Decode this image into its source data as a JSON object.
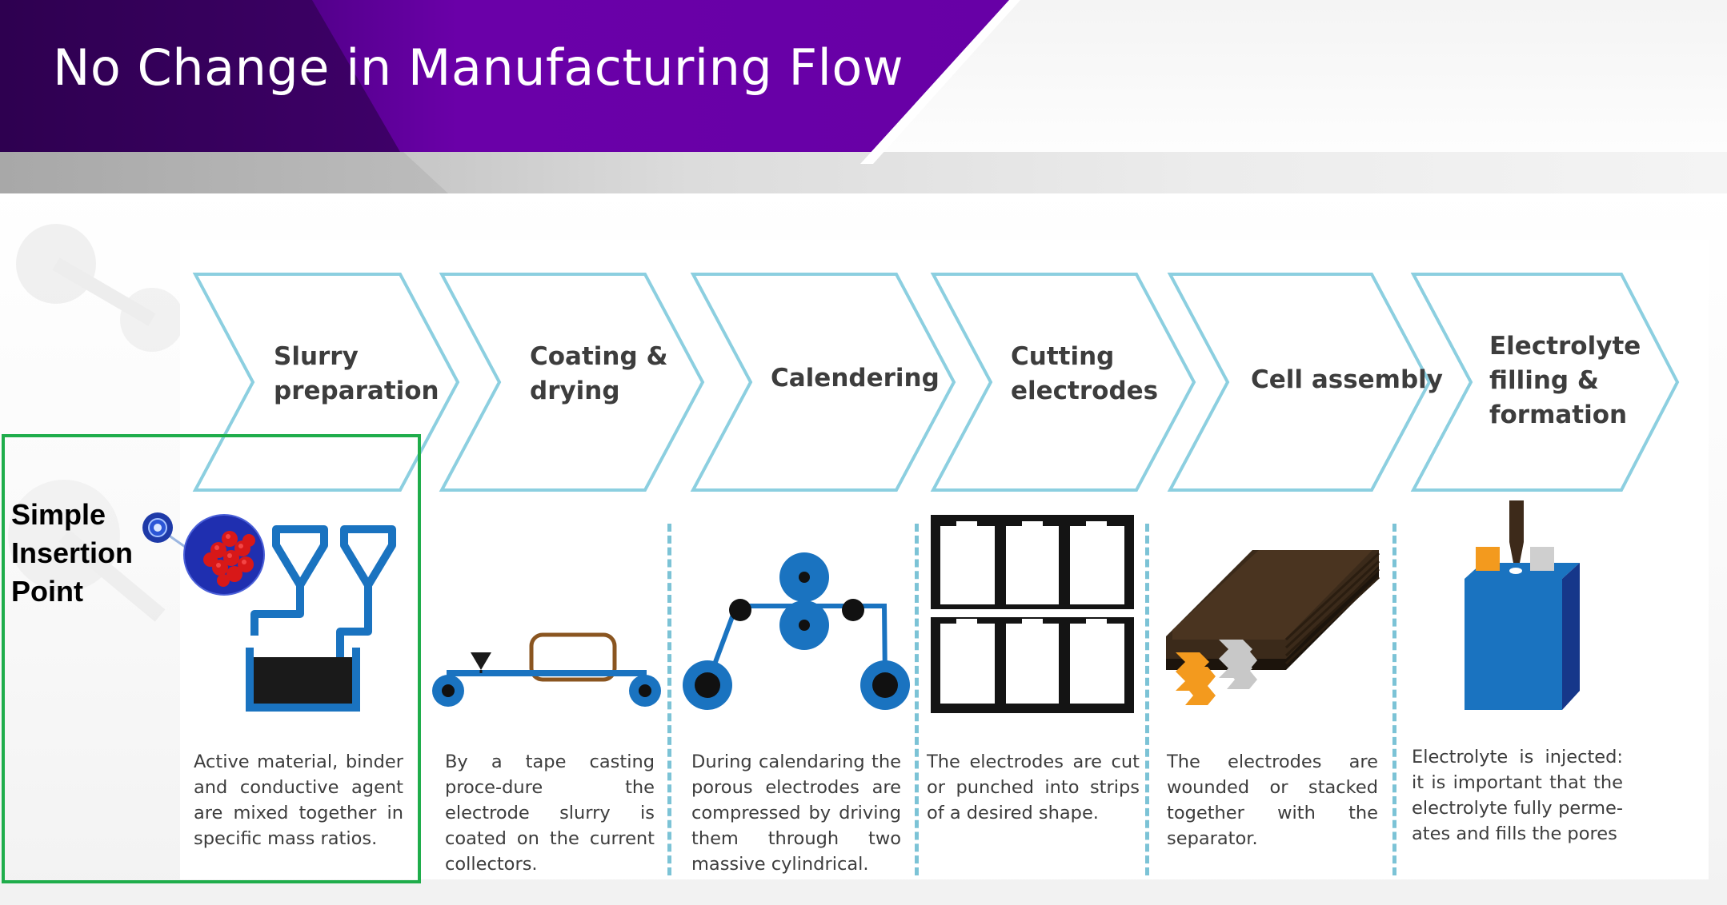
{
  "slide": {
    "title": "No Change in Manufacturing Flow"
  },
  "colors": {
    "header_purple": "#6a00a8",
    "chevron_outline": "#8ccfe0",
    "icon_blue": "#1a73c0",
    "callout_green": "#1fad4b",
    "electrode_brown": "#3b2a1a",
    "tab_orange": "#f39a1e"
  },
  "steps": [
    {
      "line1": "Slurry",
      "line2": "preparation",
      "line3": "",
      "icon": "mixing-tank-icon",
      "description": "Active material, binder and conductive agent are mixed together in specific mass ratios."
    },
    {
      "line1": "Coating &",
      "line2": "drying",
      "line3": "",
      "icon": "tape-casting-icon",
      "description": "By a tape casting proce-dure the electrode slurry is coated on the current collectors."
    },
    {
      "line1": "Calendering",
      "line2": "",
      "line3": "",
      "icon": "calender-rollers-icon",
      "description": "During calendaring the porous electrodes are compressed by driving them through two massive cylindrical."
    },
    {
      "line1": "Cutting",
      "line2": "electrodes",
      "line3": "",
      "icon": "electrode-sheets-icon",
      "description": "The electrodes are cut or punched into strips of a desired shape."
    },
    {
      "line1": "Cell assembly",
      "line2": "",
      "line3": "",
      "icon": "electrode-stack-icon",
      "description": "The electrodes are wounded or stacked together with the separator."
    },
    {
      "line1": "Electrolyte",
      "line2": "filling &",
      "line3": "formation",
      "icon": "battery-cell-icon",
      "description": "Electrolyte is injected: it is important that the electrolyte fully perme-ates and fills the pores"
    }
  ],
  "callout": {
    "line1": "Simple",
    "line2": "Insertion",
    "line3": "Point"
  }
}
